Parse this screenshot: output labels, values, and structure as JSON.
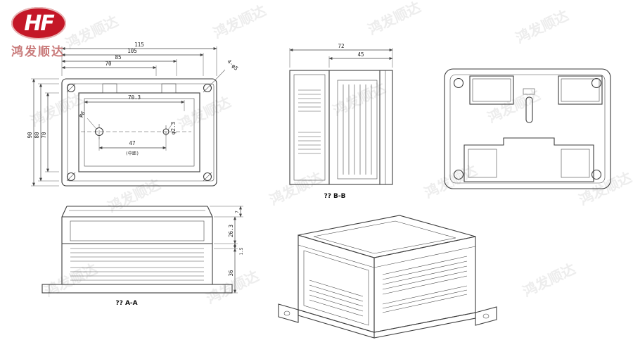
{
  "logo": {
    "text": "HF",
    "company": "鸿发顺达"
  },
  "watermark": {
    "text": "鸿发顺达"
  },
  "colors": {
    "line": "#3c3c3c",
    "dim": "#444444",
    "logo_red": "#c41727",
    "watermark": "#ededed"
  },
  "plan": {
    "dim_115": "115",
    "dim_105": "105",
    "dim_85": "85",
    "dim_70": "70",
    "dim_90": "90",
    "dim_80": "80",
    "dim_70v": "70",
    "dim_703": "70.3",
    "dim_phi6": "φ6",
    "dim_47": "47",
    "dim_47_note": "(中距)",
    "dim_phi23": "φ2.3",
    "dim_4phi5": "4-φ5"
  },
  "section_bb": {
    "label": "?? B-B",
    "dim_72": "72",
    "dim_45": "45"
  },
  "section_aa": {
    "label": "?? A-A",
    "dim_7": "7",
    "dim_263": "26.3",
    "dim_15": "1.5",
    "dim_36": "36"
  }
}
